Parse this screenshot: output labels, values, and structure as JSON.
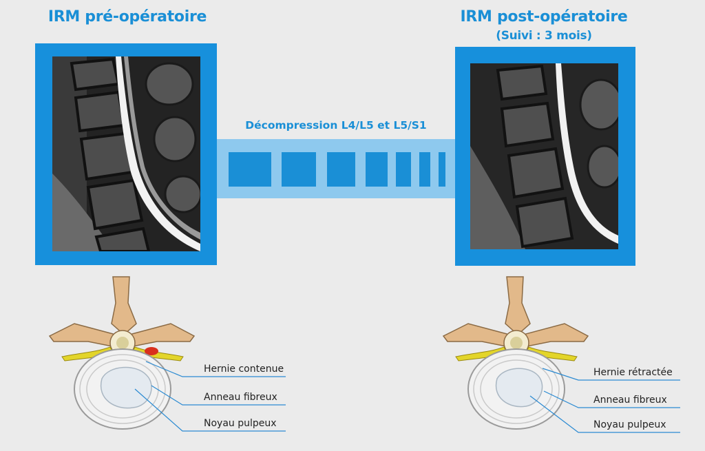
{
  "left_panel": {
    "title": "IRM pré-opératoire",
    "labels": [
      "Hernie contenue",
      "Anneau fibreux",
      "Noyau pulpeux"
    ]
  },
  "right_panel": {
    "title": "IRM post-opératoire",
    "subtitle": "(Suivi : 3 mois)",
    "labels": [
      "Hernie rétractée",
      "Anneau fibreux",
      "Noyau pulpeux"
    ]
  },
  "bridge": {
    "label": "Décompression L4/L5 et L5/S1"
  },
  "colors": {
    "accent": "#1a8fd6",
    "frame": "#1790dc",
    "bridge": "#8ec9ee",
    "background": "#ebebeb",
    "bone": "#e2b98a",
    "nerve": "#e3d52a",
    "herniation": "#d9301e"
  }
}
